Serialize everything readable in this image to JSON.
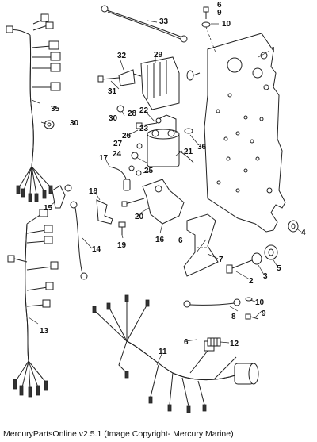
{
  "diagram": {
    "callouts": [
      "1",
      "2",
      "3",
      "4",
      "5",
      "6",
      "7",
      "8",
      "9",
      "10",
      "11",
      "12",
      "13",
      "14",
      "15",
      "16",
      "17",
      "18",
      "19",
      "20",
      "21",
      "22",
      "23",
      "24",
      "25",
      "26",
      "27",
      "28",
      "29",
      "30",
      "31",
      "32",
      "33",
      "35",
      "36"
    ],
    "extra_callouts": {
      "top_6": "6",
      "top_9": "9",
      "top_10": "10",
      "mid_6": "6",
      "low_6": "6",
      "low_10": "10",
      "low_9": "9"
    }
  },
  "footer": {
    "text": "MercuryPartsOnline v2.5.1 (Image Copyright- Mercury Marine)"
  }
}
